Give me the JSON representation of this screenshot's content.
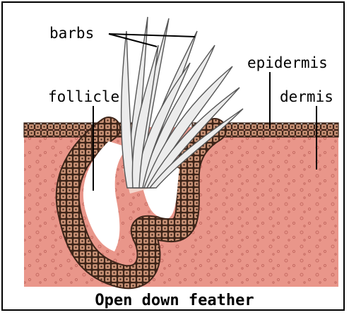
{
  "title": "Open down feather",
  "labels": {
    "barbs": "barbs",
    "epidermis": "epidermis",
    "follicle": "follicle",
    "dermis": "dermis"
  },
  "colors": {
    "dermis_fill": "#e9968a",
    "cell_fill": "#c99276",
    "cell_outline": "#3d2418",
    "barb_fill": "#ececec",
    "barb_stroke": "#555555",
    "background": "#ffffff"
  }
}
